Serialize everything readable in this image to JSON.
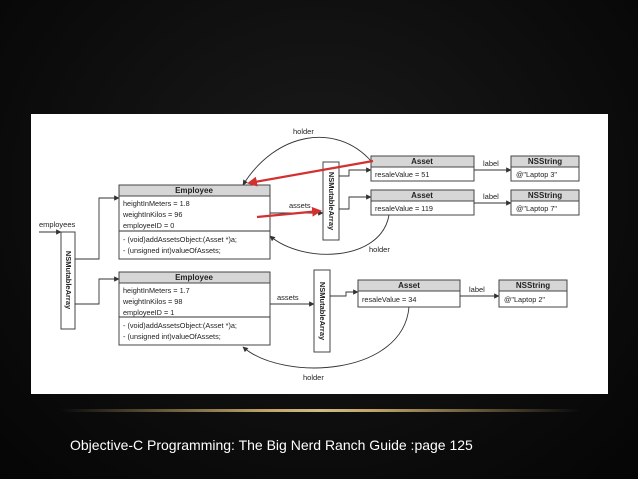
{
  "caption": "Objective-C Programming: The Big Nerd Ranch Guide :page 125",
  "colors": {
    "background": "#0b0b0b",
    "figure_bg": "#ffffff",
    "header_gray": "#d6d6d6",
    "highlight_arrow": "#d33030",
    "caption_text": "#ffffff",
    "accent_glow": "#e0c079"
  },
  "diagram": {
    "left_array": {
      "label": "NSMutableArray",
      "incoming": "employees"
    },
    "employees": [
      {
        "title": "Employee",
        "attributes": [
          "heightInMeters = 1.8",
          "weightInKilos = 96",
          "employeeID = 0"
        ],
        "methods": [
          "- (void)addAssetsObject:(Asset *)a;",
          "- (unsigned int)valueOfAssets;"
        ],
        "assets_label": "assets",
        "holder_label": "holder",
        "array_label": "NSMutableArray",
        "assets": [
          {
            "title": "Asset",
            "value": "resaleValue = 51",
            "label_edge": "label",
            "string_title": "NSString",
            "string_value": "@\"Laptop 3\""
          },
          {
            "title": "Asset",
            "value": "resaleValue = 119",
            "label_edge": "label",
            "string_title": "NSString",
            "string_value": "@\"Laptop 7\""
          }
        ]
      },
      {
        "title": "Employee",
        "attributes": [
          "heightInMeters = 1.7",
          "weightInKilos = 98",
          "employeeID = 1"
        ],
        "methods": [
          "- (void)addAssetsObject:(Asset *)a;",
          "- (unsigned int)valueOfAssets;"
        ],
        "assets_label": "assets",
        "holder_label": "holder",
        "array_label": "NSMutableArray",
        "assets": [
          {
            "title": "Asset",
            "value": "resaleValue = 34",
            "label_edge": "label",
            "string_title": "NSString",
            "string_value": "@\"Laptop 2\""
          }
        ]
      }
    ]
  }
}
